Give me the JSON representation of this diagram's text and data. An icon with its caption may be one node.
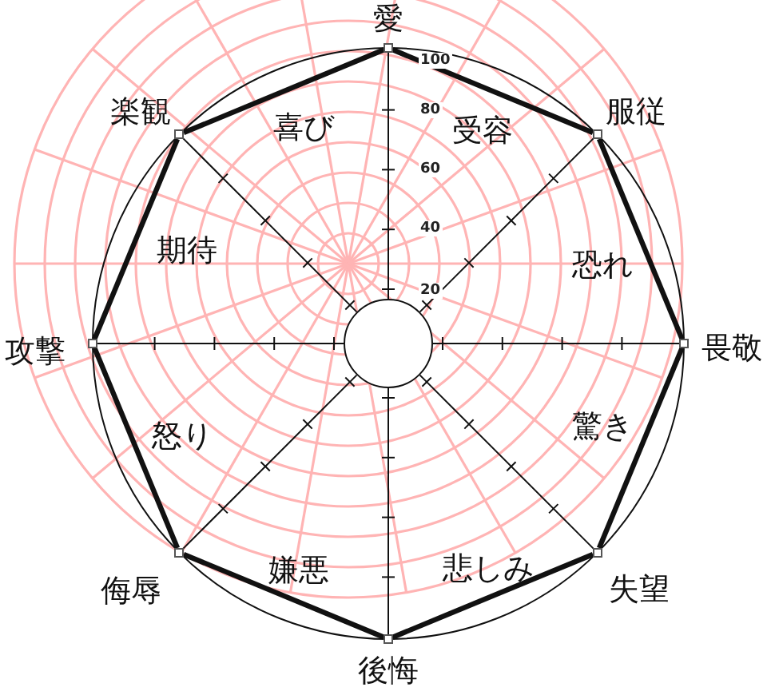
{
  "diagram": {
    "nodes": [
      {
        "text": [
          "愛"
        ]
      },
      {
        "text": [
          "服従"
        ]
      },
      {
        "text": [
          "畏敬"
        ]
      },
      {
        "text": [
          "失望"
        ]
      },
      {
        "text": [
          "後悔"
        ]
      },
      {
        "text": [
          "侮辱"
        ]
      },
      {
        "text": [
          "攻撃"
        ]
      },
      {
        "text": [
          "楽観"
        ]
      },
      {
        "text": [],
        "shape": "circle"
      }
    ],
    "edges": [
      {
        "from": 0,
        "to": 1,
        "arrow": "none",
        "style": "thick"
      },
      {
        "from": 1,
        "to": 2,
        "arrow": "none",
        "style": "thick"
      },
      {
        "from": 2,
        "to": 3,
        "arrow": "none",
        "style": "thick"
      },
      {
        "from": 3,
        "to": 4,
        "arrow": "none",
        "style": "thick"
      },
      {
        "from": 4,
        "to": 5,
        "arrow": "none",
        "style": "thick"
      },
      {
        "from": 5,
        "to": 6,
        "arrow": "none",
        "style": "thick"
      },
      {
        "from": 6,
        "to": 7,
        "arrow": "none",
        "style": "thick"
      },
      {
        "from": 7,
        "to": 0,
        "arrow": "none",
        "style": "thick"
      },
      {
        "from": 8,
        "to": 0,
        "arrow": "none"
      },
      {
        "from": 8,
        "to": 1,
        "arrow": "none"
      },
      {
        "from": 8,
        "to": 2,
        "arrow": "none"
      },
      {
        "from": 8,
        "to": 3,
        "arrow": "none"
      },
      {
        "from": 8,
        "to": 4,
        "arrow": "none"
      },
      {
        "from": 8,
        "to": 5,
        "arrow": "none"
      },
      {
        "from": 8,
        "to": 6,
        "arrow": "none"
      },
      {
        "from": 8,
        "to": 7,
        "arrow": "none"
      }
    ],
    "labels": [
      "100",
      "80",
      "喜び",
      "受容",
      "60",
      "40",
      "期待",
      "恐れ",
      "20",
      "驚き",
      "怒り",
      "嫌悪",
      "悲しみ"
    ]
  }
}
